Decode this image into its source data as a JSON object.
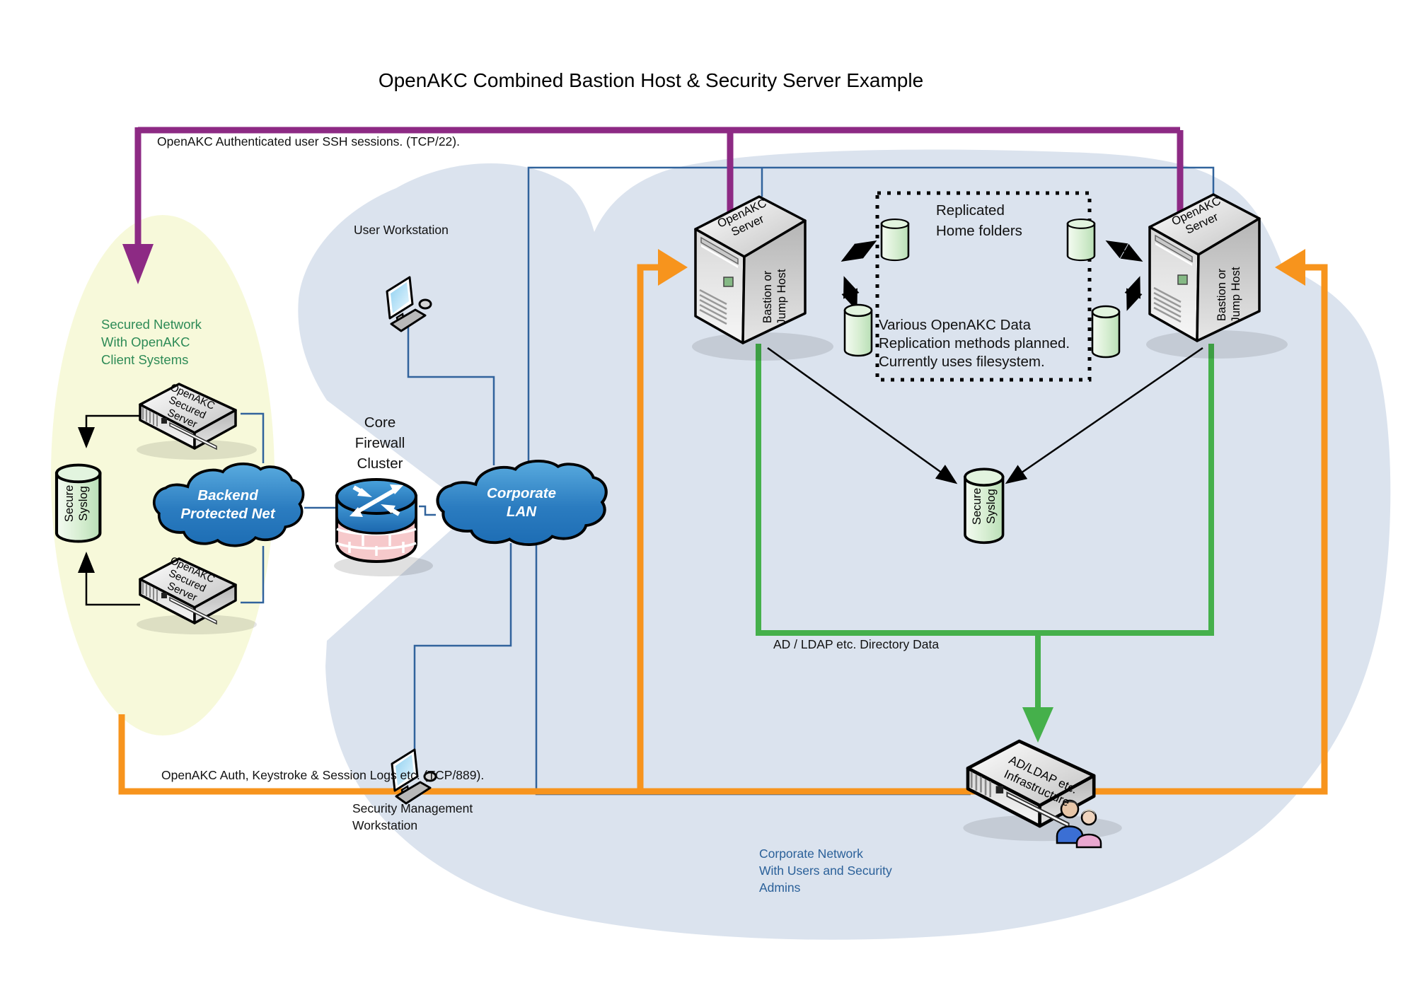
{
  "title": "OpenAKC Combined Bastion Host & Security Server Example",
  "flows": {
    "ssh": {
      "label": "OpenAKC Authenticated user SSH sessions. (TCP/22).",
      "color": "#8d2a84"
    },
    "logs": {
      "label": "OpenAKC Auth, Keystroke & Session Logs etc. (TCP/889).",
      "color": "#f7941d"
    },
    "directory": {
      "label": "AD / LDAP etc. Directory Data",
      "color": "#45b04b"
    }
  },
  "zones": {
    "secured": {
      "lines": [
        "Secured Network",
        "With OpenAKC",
        "Client Systems"
      ],
      "text_color": "#2e8b57",
      "fill": "#f7f9da"
    },
    "corporate": {
      "lines": [
        "Corporate Network",
        "With Users and Security",
        "Admins"
      ],
      "text_color": "#2a6099",
      "fill": "#dbe3ee"
    }
  },
  "clouds": {
    "backend": {
      "lines": [
        "Backend",
        "Protected Net"
      ]
    },
    "lan": {
      "lines": [
        "Corporate",
        "LAN"
      ]
    }
  },
  "nodes": {
    "user_ws": {
      "label": "User Workstation"
    },
    "sec_ws": {
      "lines": [
        "Security Management",
        "Workstation"
      ]
    },
    "firewall": {
      "lines": [
        "Core",
        "Firewall",
        "Cluster"
      ]
    },
    "secured_server": {
      "lines": [
        "OpenAKC",
        "Secured",
        "Server"
      ]
    },
    "syslog": {
      "lines": [
        "Secure",
        "Syslog"
      ]
    },
    "bastion": {
      "top_lines": [
        "OpenAKC",
        "Server"
      ],
      "side_lines": [
        "Bastion or",
        "Jump Host"
      ]
    },
    "adldap": {
      "lines": [
        "AD/LDAP etc.",
        "Infrastructure"
      ]
    },
    "replicated": {
      "lines": [
        "Replicated",
        "Home folders"
      ]
    },
    "replication_note": {
      "lines": [
        "Various OpenAKC Data",
        "Replication methods planned.",
        "Currently uses filesystem."
      ]
    }
  }
}
